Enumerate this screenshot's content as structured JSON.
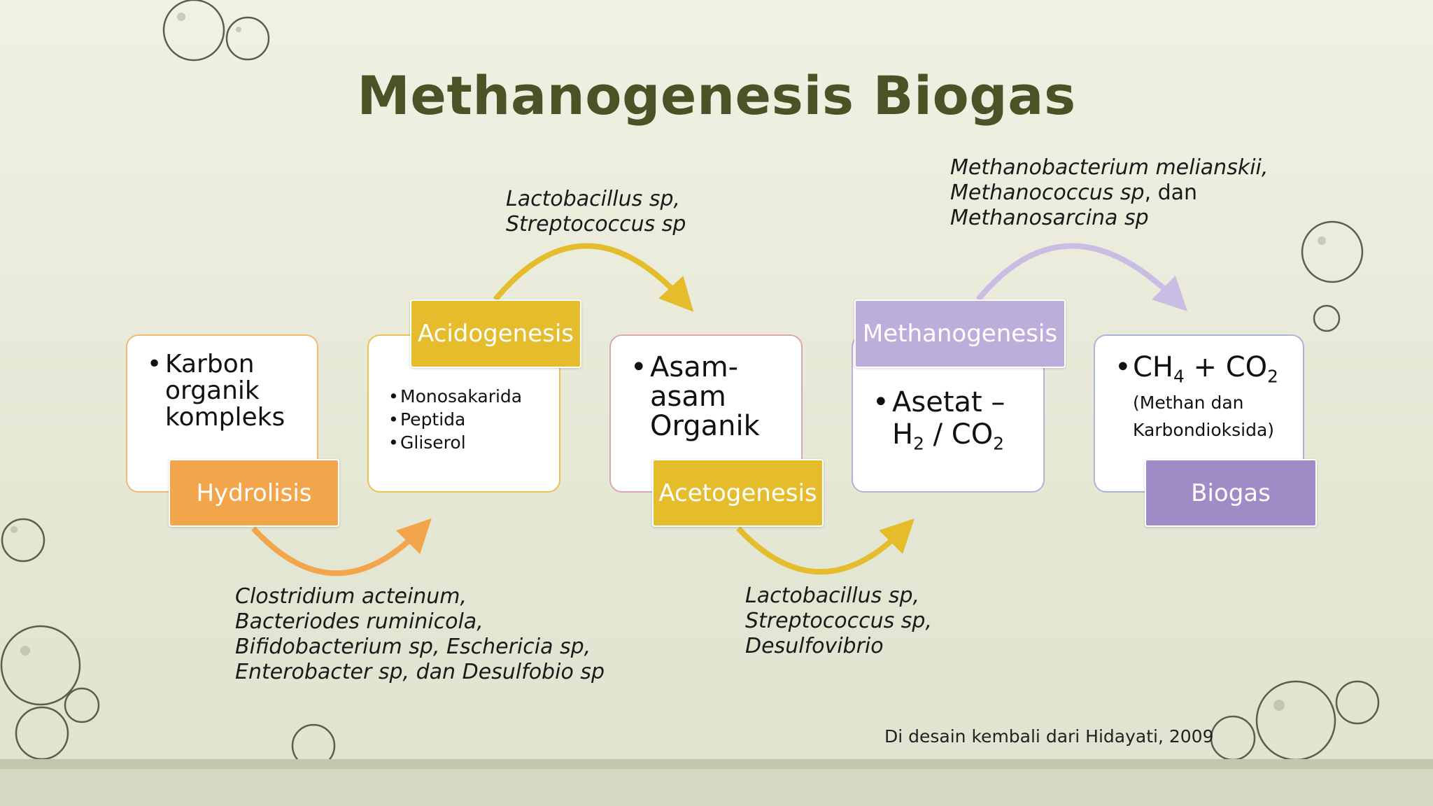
{
  "title": "Methanogenesis Biogas",
  "stages": {
    "hydrolisis": {
      "label": "Hydrolisis",
      "card_lines": [
        "Karbon",
        "organik",
        "kompleks"
      ],
      "bacteria": [
        "Clostridium acteinum,",
        "Bacteriodes ruminicola,",
        "Bifidobacterium sp, Eschericia sp,",
        "Enterobacter sp, dan Desulfobio sp"
      ]
    },
    "acidogenesis": {
      "label": "Acidogenesis",
      "card_items": [
        "Monosakarida",
        "Peptida",
        "Gliserol"
      ],
      "bacteria": [
        "Lactobacillus sp,",
        "Streptococcus sp"
      ]
    },
    "acetogenesis": {
      "label": "Acetogenesis",
      "card_lines": [
        "Asam-",
        "asam",
        "Organik"
      ],
      "bacteria": [
        "Lactobacillus sp,",
        "Streptococcus sp,",
        "Desulfovibrio"
      ]
    },
    "methanogenesis": {
      "label": "Methanogenesis",
      "card_line1": "Asetat –",
      "card_h": "H",
      "card_h_sub": "2",
      "card_sep": " / CO",
      "card_co_sub": "2",
      "bacteria_line1": "Methanobacterium melianskii,",
      "bacteria_line2_italic": "Methanococcus sp",
      "bacteria_line2_plain": ", dan",
      "bacteria_line3": "Methanosarcina sp"
    },
    "biogas": {
      "label": "Biogas",
      "ch": "CH",
      "ch_sub": "4",
      "plus_co": " + CO",
      "co_sub": "2",
      "desc1": "(Methan dan",
      "desc2": "Karbondioksida)"
    }
  },
  "credit": "Di desain kembali dari Hidayati, 2009",
  "colors": {
    "title": "#4a5226",
    "orange": "#f2a54b",
    "yellow": "#e5bc2c",
    "lavender": "#bcaedb",
    "purple": "#9f8bc6"
  }
}
